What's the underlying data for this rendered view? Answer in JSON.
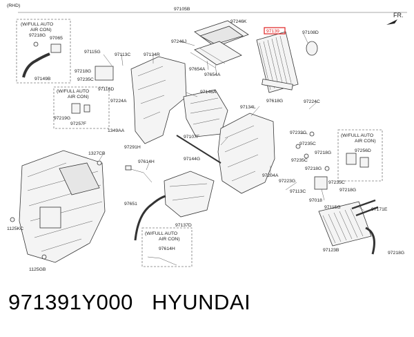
{
  "header": {
    "rhd": "(RHD)",
    "top_ref": "97105B",
    "fr": "FR."
  },
  "groups": {
    "g1": [
      "(W/FULL AUTO",
      "AIR CON)"
    ],
    "g2": [
      "(W/FULL AUTO",
      "AIR CON)"
    ],
    "g3": [
      "(W/FULL AUTO",
      "AIR CON)"
    ],
    "g4": [
      "(W/FULL AUTO",
      "AIR CON)"
    ]
  },
  "labels": {
    "p97218G_a": "97218G",
    "p97065": "97065",
    "p97149B": "97149B",
    "p97115G_a": "97115G",
    "p97218G_b": "97218G",
    "p97235C_a": "97235C",
    "p97113C_a": "97113C",
    "p97134R": "97134R",
    "p97116D": "97116D",
    "p97224A": "97224A",
    "p97219G": "97219G",
    "p97257F": "97257F",
    "p1349AA": "1349AA",
    "p97291H": "97291H",
    "p97246K": "97246K",
    "p97246J": "97246J",
    "p97654A_a": "97654A",
    "p97654A_b": "97654A",
    "p97139": "97139",
    "p97108D": "97108D",
    "p97146A": "97146A",
    "p97618G": "97618G",
    "p97134L": "97134L",
    "p97107F": "97107F",
    "p97224C": "97224C",
    "p97233G": "97233G",
    "p97235C_b": "97235C",
    "p97218G_c": "97218G",
    "p97235C_c": "97235C",
    "p97218G_d": "97218G",
    "p97144G": "97144G",
    "p97614H_a": "97614H",
    "p97204A": "97204A",
    "p97223G": "97223G",
    "p97113C_b": "97113C",
    "p97256D": "97256D",
    "p97235C_d": "97235C",
    "p97218G_e": "97218G",
    "p97018": "97018",
    "p97115G_b": "97115G",
    "p97171E": "97171E",
    "p1327CB": "1327CB",
    "p97651": "97651",
    "p97137D": "97137D",
    "p97614H_b": "97614H",
    "p1125KC": "1125KC",
    "p1125GB": "1125GB",
    "p97123B": "97123B",
    "p97218G_f": "97218G"
  },
  "caption": {
    "text": "971391Y000   HYUNDAI"
  },
  "colors": {
    "highlight": "#e02020",
    "line": "#555555",
    "part_fill": "#f4f4f4"
  }
}
